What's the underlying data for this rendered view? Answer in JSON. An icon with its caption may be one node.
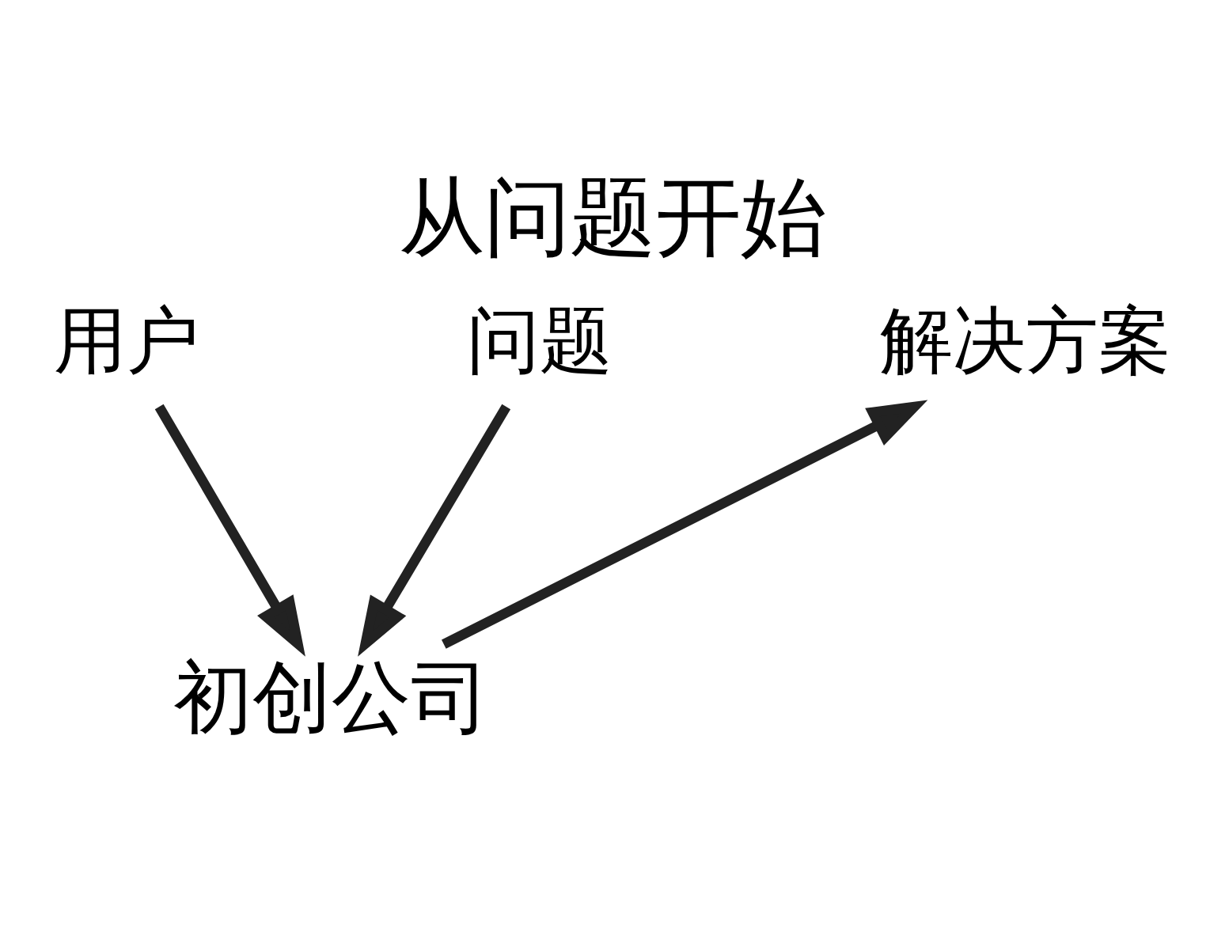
{
  "diagram": {
    "title": "从问题开始",
    "nodes": [
      {
        "text": [
          "用户"
        ]
      },
      {
        "text": [
          "问题"
        ]
      },
      {
        "text": [
          "初创公司"
        ]
      },
      {
        "text": [
          "解决方案"
        ]
      }
    ],
    "edges": [
      {
        "from": 1,
        "to": 2,
        "arrow": "to"
      },
      {
        "from": 0,
        "to": 2,
        "arrow": "to"
      },
      {
        "from": 2,
        "to": 3,
        "arrow": "to"
      }
    ]
  }
}
